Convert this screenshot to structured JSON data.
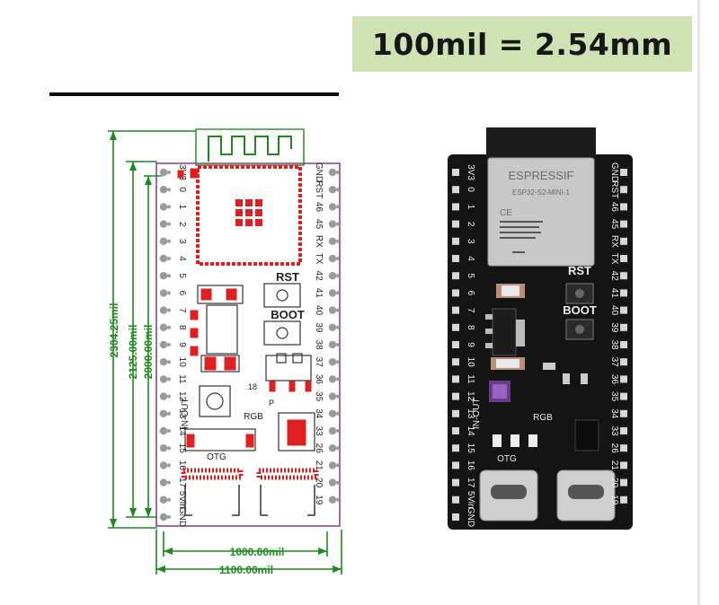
{
  "header": {
    "scale_note": "100mil = 2.54mm"
  },
  "dimensions": {
    "board_length": "2304.25mil",
    "outer_pin_span": "2125.00mil",
    "inner_pin_span": "2000.00mil",
    "row_spacing": "1000.00mil",
    "board_width": "1100.00mil"
  },
  "board": {
    "left_pins": [
      "3V3",
      "0",
      "1",
      "2",
      "3",
      "4",
      "5",
      "6",
      "7",
      "8",
      "9",
      "10",
      "11",
      "12",
      "13",
      "14",
      "15",
      "16",
      "17",
      "5Vin",
      "GND"
    ],
    "right_pins": [
      "GND",
      "RST",
      "46",
      "45",
      "RX",
      "TX",
      "42",
      "41",
      "40",
      "39",
      "38",
      "37",
      "36",
      "35",
      "34",
      "33",
      "26",
      "21",
      "20",
      "19"
    ],
    "left_extra": "IN-OUT",
    "labels": {
      "rst": "RST",
      "boot": "BOOT",
      "rgb": "RGB",
      "otg": "OTG",
      "led_18": "18",
      "led_p": "P"
    },
    "module": {
      "brand": "ESPRESSIF",
      "model": "ESP32-S2-MINI-1",
      "ce": "CE"
    }
  },
  "colors": {
    "dimension_green": "#1c8a1c",
    "outline_purple": "#7a2f7a",
    "pad_red": "#e02020",
    "pcb_black": "#141414"
  }
}
